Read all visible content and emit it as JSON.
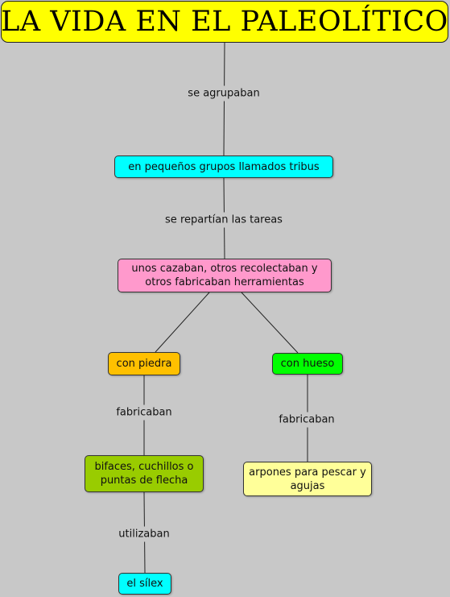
{
  "title": {
    "text": "LA VIDA EN EL PALEOLÍTICO",
    "color": "#ffff00"
  },
  "nodes": {
    "tribus": {
      "text": "en pequeños grupos llamados tribus",
      "color": "#00ffff"
    },
    "tareas": {
      "text": "unos cazaban, otros recolectaban y otros fabricaban herramientas",
      "color": "#ff99cc"
    },
    "piedra": {
      "text": "con piedra",
      "color": "#ffc000"
    },
    "hueso": {
      "text": "con hueso",
      "color": "#00ff00"
    },
    "bifaces": {
      "text": "bifaces, cuchillos o puntas de flecha",
      "color": "#99cc00"
    },
    "arpones": {
      "text": "arpones para pescar y agujas",
      "color": "#ffff99"
    },
    "silex": {
      "text": "el sílex",
      "color": "#00ffff"
    }
  },
  "links": {
    "agrupaban": "se agrupaban",
    "repartian": "se repartían las tareas",
    "fabricaban_piedra": "fabricaban",
    "fabricaban_hueso": "fabricaban",
    "utilizaban": "utilizaban"
  }
}
